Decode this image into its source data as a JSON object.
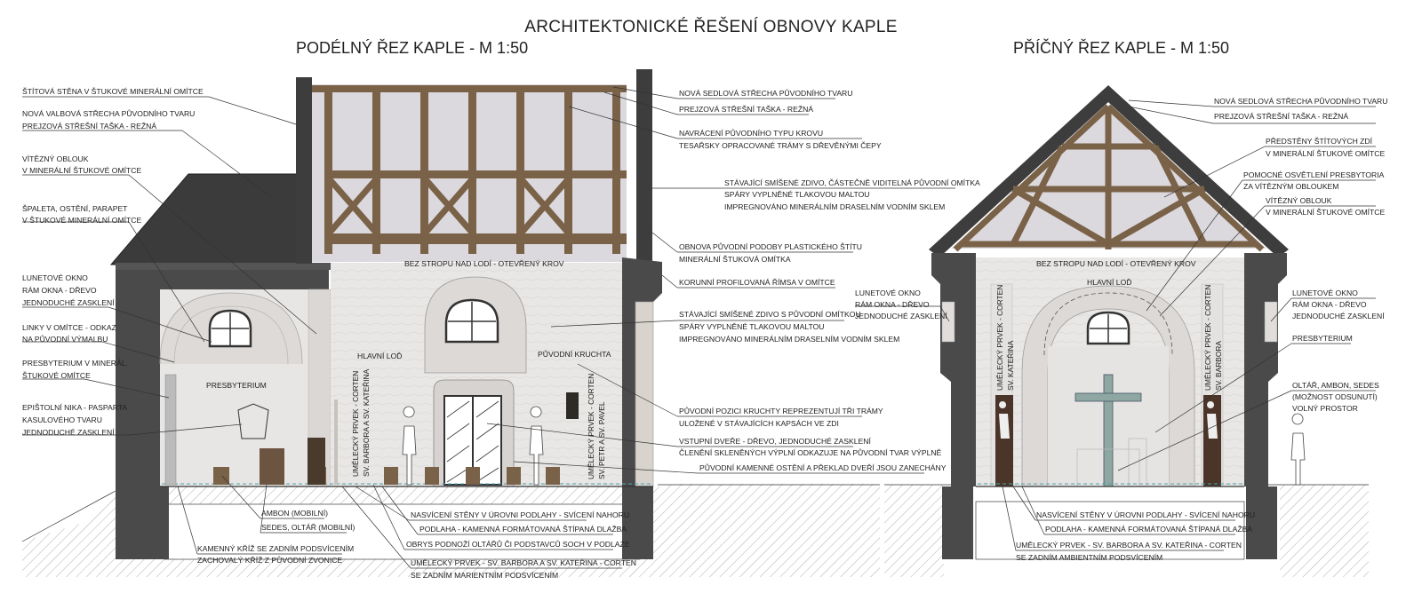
{
  "title": "ARCHITEKTONICKÉ ŘEŠENÍ OBNOVY KAPLE",
  "left": {
    "title": "PODÉLNÝ ŘEZ KAPLE - M 1:50",
    "inner": {
      "ceiling": "BEZ STROPU NAD LODÍ - OTEVŘENÝ KROV",
      "presbyterium": "PRESBYTERIUM",
      "hlavni_lod": "HLAVNÍ LOĎ",
      "kruchta": "PŮVODNÍ KRUCHTA",
      "art1_a": "UMĚLECKÝ PRVEK - CORTEN",
      "art1_b": "SV. BARBORA A SV. KATEŘINA",
      "art2_a": "UMĚLECKÝ PRVEK - CORTEN",
      "art2_b": "SV. PETR A SV. PAVEL"
    },
    "labels_left": [
      [
        "ŠTÍTOVÁ STĚNA V ŠTUKOVÉ MINERÁLNÍ OMÍTCE"
      ],
      [
        "NOVÁ VALBOVÁ STŘECHA PŮVODNÍHO TVARU",
        "PREJZOVÁ STŘEŠNÍ TAŠKA - REŽNÁ"
      ],
      [
        "VÍTĚZNÝ OBLOUK",
        "V MINERÁLNÍ ŠTUKOVÉ OMÍTCE"
      ],
      [
        "ŠPALETA, OSTĚNÍ, PARAPET",
        "V ŠTUKOVÉ MINERÁLNÍ OMÍTCE"
      ],
      [
        "LUNETOVÉ OKNO",
        "RÁM OKNA - DŘEVO",
        "JEDNODUCHÉ ZASKLENÍ"
      ],
      [
        "LINKY V OMÍTCE - ODKAZ",
        "NA PŮVODNÍ VÝMALBU"
      ],
      [
        "PRESBYTERIUM V MINERÁL.",
        "ŠTUKOVÉ OMÍTCE"
      ],
      [
        "EPIŠTOLNÍ NIKA - PASPARTA",
        "KASULOVÉHO TVARU",
        "JEDNODUCHÉ ZASKLENÍ"
      ]
    ],
    "labels_right": [
      [
        "NOVÁ SEDLOVÁ STŘECHA PŮVODNÍHO TVARU",
        "PREJZOVÁ STŘEŠNÍ TAŠKA - REŽNÁ"
      ],
      [
        "NAVRÁCENÍ PŮVODNÍHO TYPU KROVU",
        "TESAŘSKY OPRACOVANÉ TRÁMY S DŘEVĚNÝMI ČEPY"
      ],
      [
        "STÁVAJÍCÍ SMÍŠENÉ ZDIVO, ČÁSTEČNĚ VIDITELNÁ PŮVODNÍ OMÍTKA",
        "SPÁRY VYPLNĚNÉ TLAKOVOU MALTOU",
        "IMPREGNOVÁNO MINERÁLNÍM DRASELNÍM VODNÍM SKLEM"
      ],
      [
        "OBNOVA PŮVODNÍ PODOBY PLASTICKÉHO ŠTÍTU",
        "MINERÁLNÍ ŠTUKOVÁ OMÍTKA"
      ],
      [
        "KORUNNÍ PROFILOVANÁ ŘÍMSA V OMÍTCE"
      ],
      [
        "STÁVAJÍCÍ SMÍŠENÉ ZDIVO S PŮVODNÍ OMÍTKOU",
        "SPÁRY VYPLNĚNÉ TLAKOVOU MALTOU",
        "IMPREGNOVÁNO MINERÁLNÍM DRASELNÍM VODNÍM SKLEM"
      ],
      [
        "PŮVODNÍ POZICI KRUCHTY REPREZENTUJÍ TŘI TRÁMY",
        "ULOŽENÉ V STÁVAJÍCÍCH KAPSÁCH VE ZDI"
      ],
      [
        "VSTUPNÍ DVEŘE - DŘEVO, JEDNODUCHÉ ZASKLENÍ",
        "ČLENĚNÍ SKLENĚNÝCH VÝPLNÍ ODKAZUJE NA PŮVODNÍ TVAR VÝPLNĚ"
      ],
      [
        "PŮVODNÍ KAMENNÉ OSTĚNÍ A PŘEKLAD DVEŘÍ JSOU ZANECHÁNY"
      ]
    ],
    "labels_bottom": [
      [
        "AMBON (MOBILNÍ)"
      ],
      [
        "SEDES, OLTÁŘ (MOBILNÍ)"
      ],
      [
        "KAMENNÝ KŘÍŽ SE ZADNÍM PODSVÍCENÍM",
        "ZACHOVALÝ KŘÍŽ Z PŮVODNÍ ZVONICE"
      ],
      [
        "NASVÍCENÍ STĚNY V ÚROVNI PODLAHY - SVÍCENÍ NAHORU"
      ],
      [
        "PODLAHA - KAMENNÁ FORMÁTOVANÁ ŠTÍPANÁ DLAŽBA"
      ],
      [
        "OBRYS PODNOŽÍ OLTÁŘŮ ČI PODSTAVCŮ SOCH V PODLAZE"
      ],
      [
        "UMĚLECKÝ PRVEK - SV. BARBORA A SV. KATEŘINA - CORTEN",
        "SE ZADNÍM MARIENTNÍM PODSVÍCENÍM"
      ]
    ]
  },
  "right": {
    "title": "PŘÍČNÝ ŘEZ KAPLE - M 1:50",
    "inner": {
      "ceiling": "BEZ STROPU NAD LODÍ - OTEVŘENÝ KROV",
      "hlavni_lod": "HLAVNÍ LOĎ",
      "art1_a": "UMĚLECKÝ PRVEK - CORTEN",
      "art1_b": "SV. KATEŘINA",
      "art2_a": "UMĚLECKÝ PRVEK - CORTEN",
      "art2_b": "SV. BARBORA"
    },
    "labels_left": [
      [
        "LUNETOVÉ OKNO",
        "RÁM OKNA - DŘEVO",
        "JEDNODUCHÉ ZASKLENÍ"
      ]
    ],
    "labels_right": [
      [
        "NOVÁ SEDLOVÁ STŘECHA PŮVODNÍHO TVARU",
        "PREJZOVÁ STŘEŠNÍ TAŠKA - REŽNÁ"
      ],
      [
        "PŘEDSTĚNY ŠTÍTOVÝCH ZDÍ",
        "V MINERÁLNÍ ŠTUKOVÉ OMÍTCE"
      ],
      [
        "POMOCNÉ OSVĚTLENÍ PRESBYTORIA",
        "ZA VÍTĚZNÝM OBLOUKEM"
      ],
      [
        "VÍTĚZNÝ OBLOUK",
        "V MINERÁLNÍ ŠTUKOVÉ OMÍTCE"
      ],
      [
        "LUNETOVÉ OKNO",
        "RÁM OKNA - DŘEVO",
        "JEDNODUCHÉ ZASKLENÍ"
      ],
      [
        "PRESBYTERIUM"
      ],
      [
        "OLTÁŘ, AMBON, SEDES",
        "(MOŽNOST ODSUNUTÍ)",
        "VOLNÝ PROSTOR"
      ]
    ],
    "labels_bottom": [
      [
        "NASVÍCENÍ STĚNY V ÚROVNI PODLAHY - SVÍCENÍ NAHORU"
      ],
      [
        "PODLAHA - KAMENNÁ FORMÁTOVANÁ ŠTÍPANÁ DLAŽBA"
      ],
      [
        "UMĚLECKÝ PRVEK - SV. BARBORA A SV. KATEŘINA - CORTEN",
        "SE ZADNÍM AMBIENTNÍM PODSVÍCENÍM"
      ]
    ]
  },
  "colors": {
    "wall": "#4a4a4a",
    "roof": "#3a3a3a",
    "timber": "#7a6248",
    "plaster": "#e6e4e2",
    "roofspace": "#dedbe0",
    "corten": "#5a3a22"
  }
}
